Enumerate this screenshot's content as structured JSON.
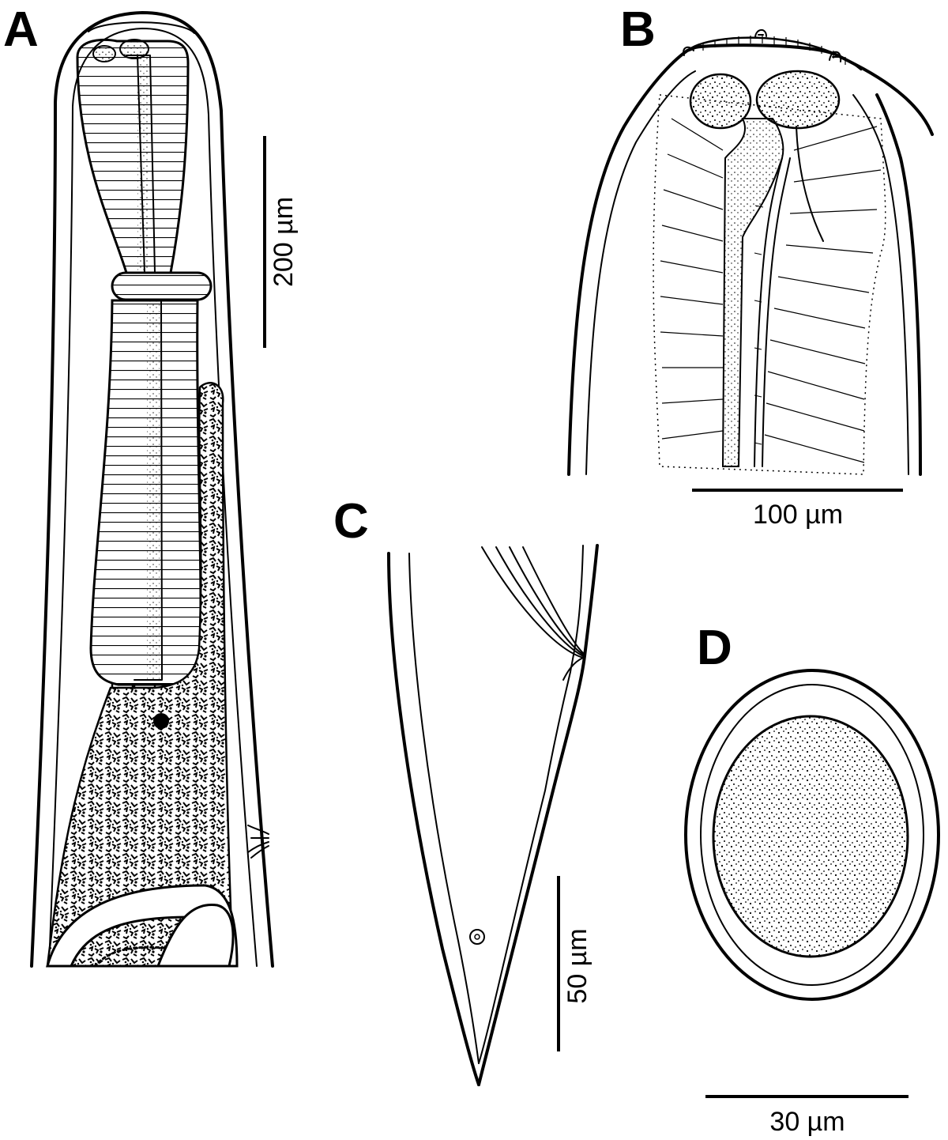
{
  "panels": {
    "a": {
      "letter": "A",
      "scale_label": "200 µm"
    },
    "b": {
      "letter": "B",
      "scale_label": "100 µm"
    },
    "c": {
      "letter": "C",
      "scale_label": "50 µm"
    },
    "d": {
      "letter": "D",
      "scale_label": "30 µm"
    }
  },
  "colors": {
    "ink": "#000000",
    "background": "#ffffff"
  }
}
